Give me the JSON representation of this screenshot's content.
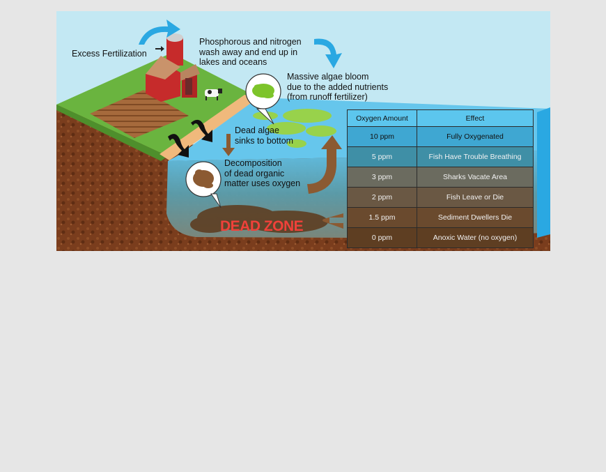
{
  "labels": {
    "excess_fertilization": "Excess Fertilization",
    "runoff": "Phosphorous and nitrogen\nwash away and end up in\nlakes and oceans",
    "algae_bloom": "Massive algae bloom\ndue to the added nutrients\n(from runoff fertilizer)",
    "dead_algae": "Dead algae\nsinks to bottom",
    "decomposition": "Decomposition\nof dead organic\nmatter uses oxygen",
    "dead_zone": "DEAD ZONE"
  },
  "table": {
    "headers": [
      "Oxygen Amount",
      "Effect"
    ],
    "rows": [
      [
        "10 ppm",
        "Fully Oxygenated"
      ],
      [
        "5 ppm",
        "Fish Have Trouble Breathing"
      ],
      [
        "3 ppm",
        "Sharks Vacate Area"
      ],
      [
        "2 ppm",
        "Fish Leave or Die"
      ],
      [
        "1.5 ppm",
        "Sediment Dwellers Die"
      ],
      [
        "0 ppm",
        "Anoxic Water (no oxygen)"
      ]
    ]
  },
  "colors": {
    "sky": "#c3e8f3",
    "grass": "#6ab43f",
    "soil": "#7a3d1d",
    "water": "#4fb4e0",
    "arrow_blue": "#2aa8e2",
    "arrow_brown": "#8b5a32",
    "dead_zone_text": "#f0413a"
  }
}
